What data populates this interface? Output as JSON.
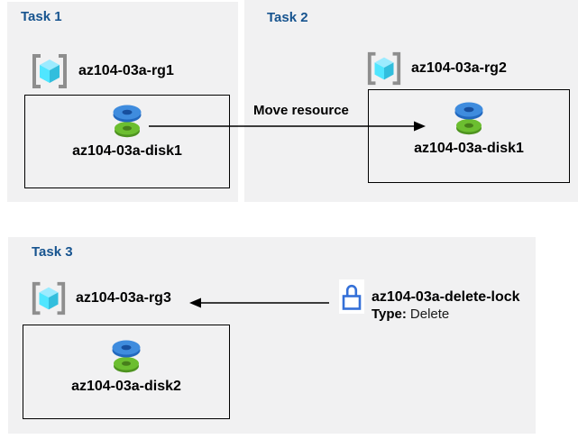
{
  "diagram": {
    "tasks": [
      {
        "title": "Task 1",
        "resource_group": "az104-03a-rg1",
        "resource": "az104-03a-disk1"
      },
      {
        "title": "Task 2",
        "resource_group": "az104-03a-rg2",
        "resource": "az104-03a-disk1"
      },
      {
        "title": "Task 3",
        "resource_group": "az104-03a-rg3",
        "resource": "az104-03a-disk2"
      }
    ],
    "move_arrow_label": "Move resource",
    "lock": {
      "name": "az104-03a-delete-lock",
      "type_label": "Type:",
      "type_value": "Delete"
    },
    "icons": {
      "resource_group": "resource-group-icon",
      "disk": "disk-icon",
      "lock": "lock-icon",
      "move_arrow": "arrow-right-icon",
      "lock_arrow": "arrow-left-icon"
    },
    "colors": {
      "panel_background": "#f1f1f2",
      "task_title_blue": "#17548f",
      "cube_cyan_light": "#9cebff",
      "cube_cyan": "#50e6ff",
      "cube_cyan_dark": "#32bedd",
      "bracket_gray": "#8e8e8e",
      "disk_blue": "#3f8cde",
      "disk_blue_dark": "#2268be",
      "disk_green": "#6cbe30",
      "disk_green_dark": "#4e9320",
      "lock_blue": "#3470d8",
      "arrow_black": "#000000"
    }
  }
}
